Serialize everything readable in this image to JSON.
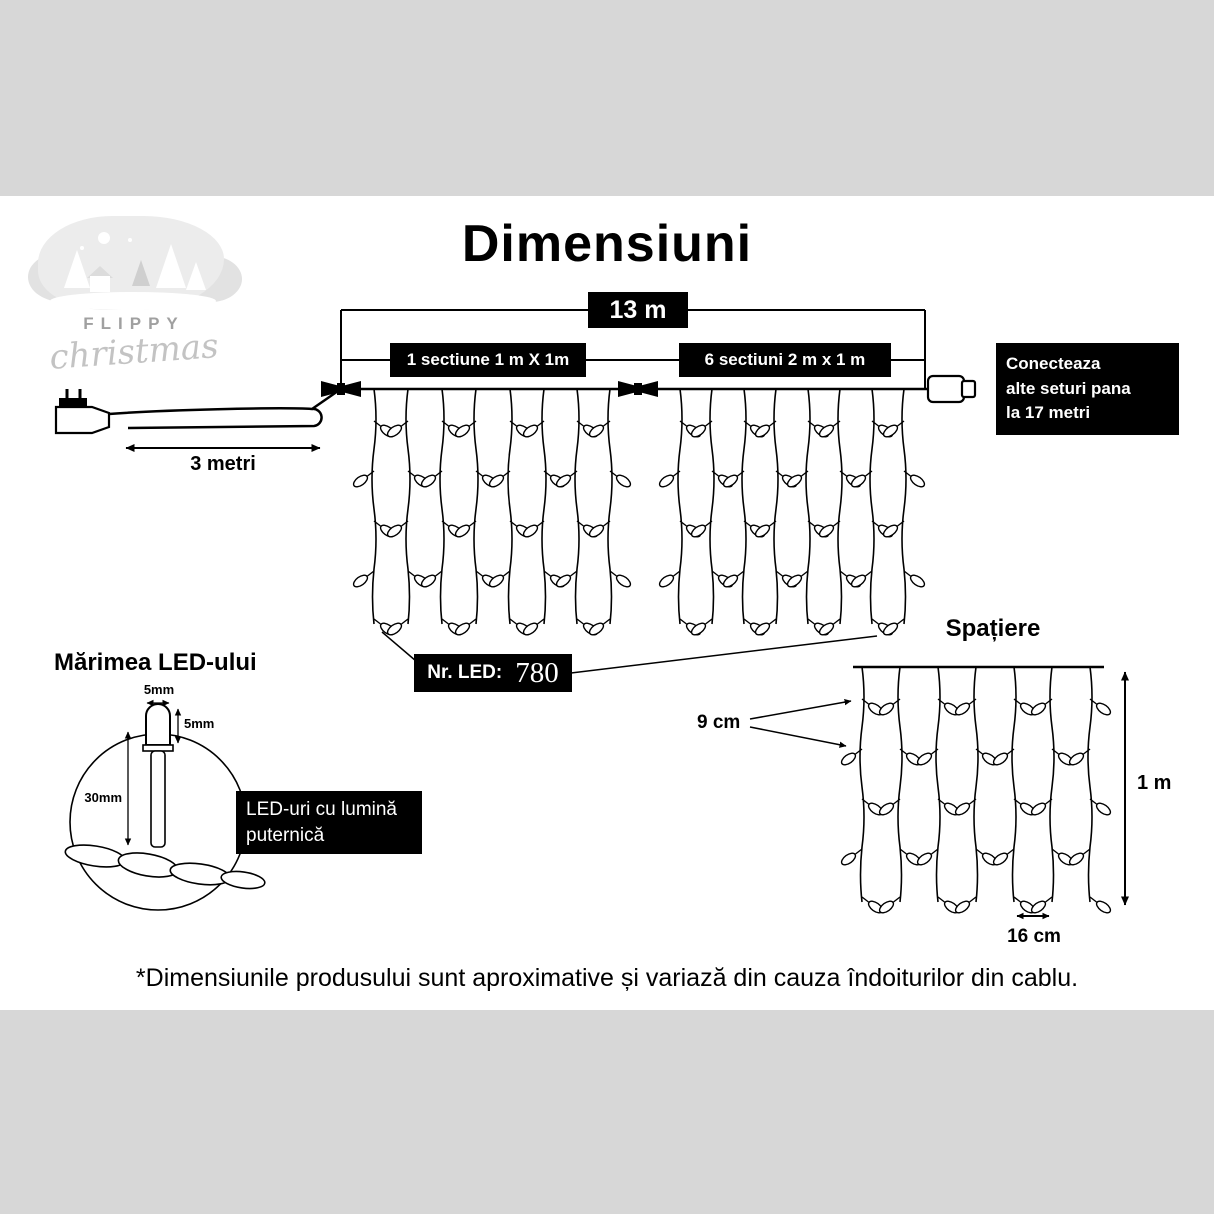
{
  "title": "Dimensiuni",
  "logo": {
    "name_top": "FLIPPY",
    "name_script": "christmas"
  },
  "measurements": {
    "total_width": "13 m",
    "section_1": "1 sectiune 1 m X 1m",
    "section_2": "6 sectiuni 2 m x 1 m",
    "lead_length": "3 metri",
    "led_vertical_spacing": "9 cm",
    "drop_height": "1 m",
    "led_horizontal_spacing": "16 cm",
    "bulb_width": "5mm",
    "bulb_height": "5mm",
    "bulb_total_height": "30mm"
  },
  "connect_box": {
    "line1": "Conecteaza",
    "line2": "alte seturi pana",
    "line3": "la 17 metri"
  },
  "led_count": {
    "label": "Nr. LED:",
    "value": "780"
  },
  "section_titles": {
    "spacing": "Spațiere",
    "led_size": "Mărimea LED-ului"
  },
  "led_note": {
    "line1": "LED-uri cu lumină",
    "line2": "puternică"
  },
  "footnote": "*Dimensiunile produsului sunt aproximative și variază din cauza îndoiturilor din cablu.",
  "colors": {
    "band": "#d7d7d7",
    "box_bg": "#000000",
    "box_text": "#ffffff"
  },
  "diagram": {
    "curtain1_drops": 8,
    "curtain2_drops": 8,
    "spacing_drops": 7,
    "leds_per_drop": 5
  }
}
